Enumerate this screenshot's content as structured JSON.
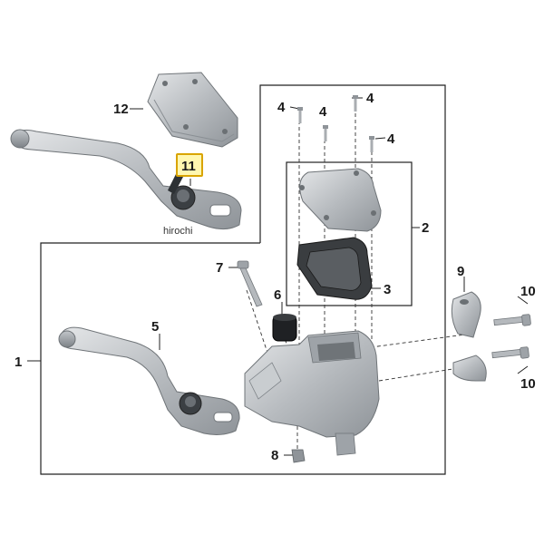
{
  "callouts": {
    "c1": "1",
    "c2": "2",
    "c3": "3",
    "c4a": "4",
    "c4b": "4",
    "c4c": "4",
    "c4d": "4",
    "c5": "5",
    "c6": "6",
    "c7": "7",
    "c8": "8",
    "c9": "9",
    "c10a": "10",
    "c10b": "10",
    "c11": "11",
    "c12": "12"
  },
  "watermark": "hirochi",
  "highlight_color": "#d9a400"
}
